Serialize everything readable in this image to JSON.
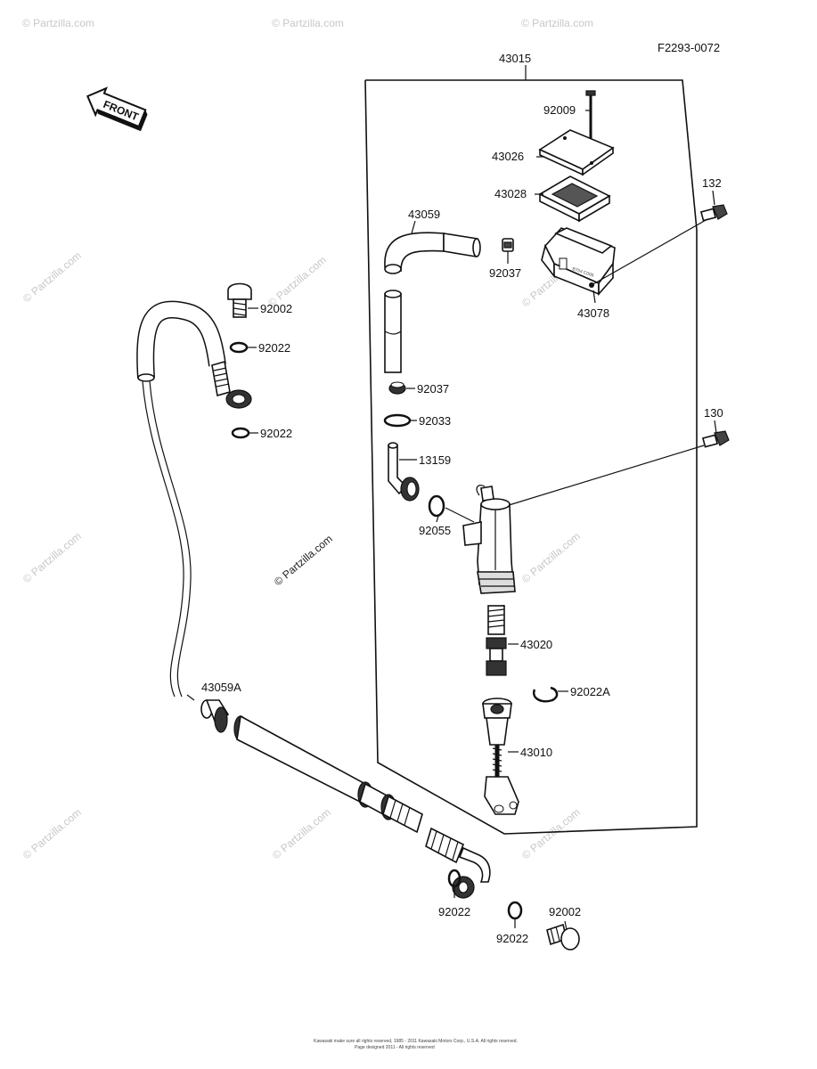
{
  "diagram_code": "F2293-0072",
  "front_label": "FRONT",
  "watermark": "© Partzilla.com",
  "footer": {
    "line1": "Kawasaki make sure all rights reserved, 1985 - 2011 Kawasaki Motors Corp., U.S.A. All rights reserved.",
    "line2": "Page designed 2011 - All rights reserved"
  },
  "labels": {
    "p43015": "43015",
    "p92009": "92009",
    "p43026": "43026",
    "p43028": "43028",
    "p132": "132",
    "p43059": "43059",
    "p92037a": "92037",
    "p43078": "43078",
    "p92002a": "92002",
    "p92022a": "92022",
    "p92022b": "92022",
    "p92037b": "92037",
    "p92033": "92033",
    "p130": "130",
    "p13159": "13159",
    "p92055": "92055",
    "p43020": "43020",
    "p92022A": "92022A",
    "p43059A": "43059A",
    "p43010": "43010",
    "p92022c": "92022",
    "p92002b": "92002",
    "p92022d": "92022"
  }
}
